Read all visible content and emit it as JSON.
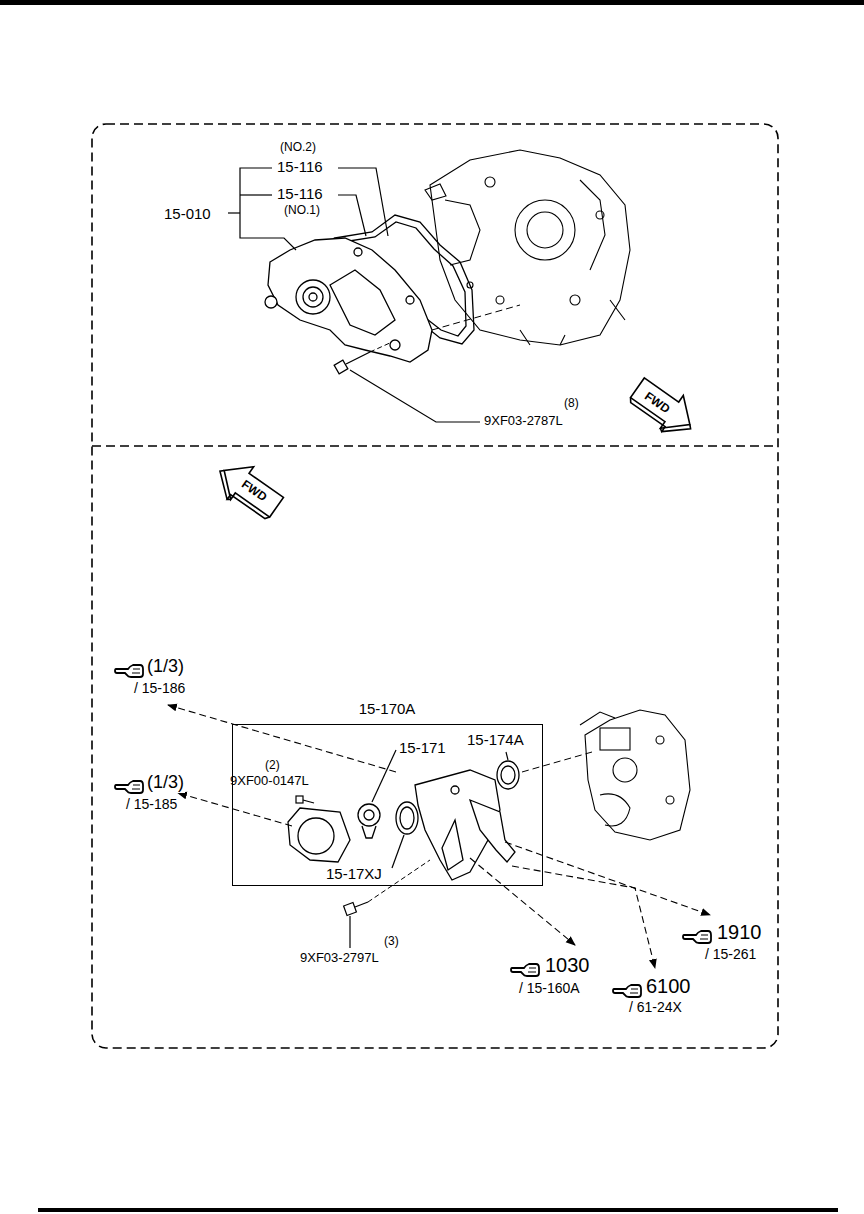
{
  "diagram": {
    "nodes": [
      {
        "text": [
          "15-170A"
        ]
      }
    ],
    "labels": [
      "(NO.2)",
      "15-116",
      "15-010",
      "15-116",
      "(NO.1)",
      "(8)",
      "9XF03-2787L",
      "FWD",
      "FWD",
      "(1/3)",
      "/ 15-186",
      "(2)",
      "9XF00-0147L",
      "15-171",
      "15-174A",
      "(1/3)",
      "/ 15-185",
      "15-17XJ",
      "(3)",
      "9XF03-2797L",
      "1910",
      "/ 15-261",
      "1030",
      "/ 15-160A",
      "6100",
      "/ 61-24X"
    ]
  }
}
